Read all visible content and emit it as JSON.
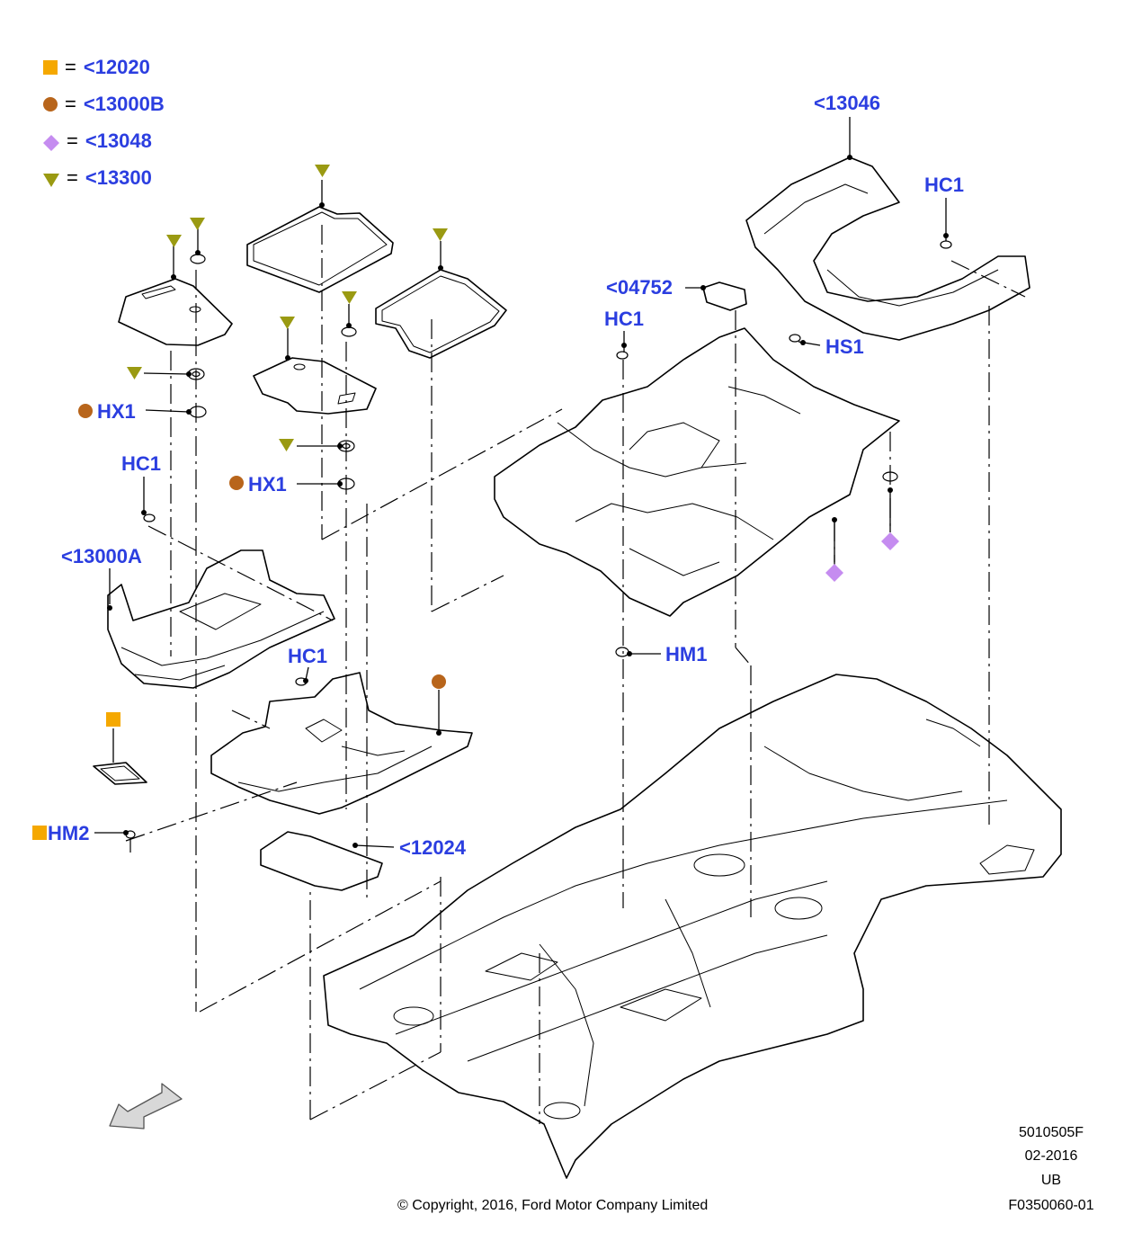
{
  "legend": [
    {
      "symbol": "square",
      "color": "#f5a800",
      "code": "<12020"
    },
    {
      "symbol": "circle",
      "color": "#b8651b",
      "code": "<13000B"
    },
    {
      "symbol": "diamond",
      "color": "#c58cf0",
      "code": "<13048"
    },
    {
      "symbol": "triangle",
      "color": "#9a9a12",
      "code": "<13300"
    }
  ],
  "legend_equals": "=",
  "callouts": {
    "p13046": "<13046",
    "hc1_rear": "HC1",
    "p04752": "<04752",
    "hc1_center": "HC1",
    "hs1": "HS1",
    "hx1_left": "HX1",
    "hc1_left": "HC1",
    "hx1_mid": "HX1",
    "p13000a": "<13000A",
    "hc1_front": "HC1",
    "hm1": "HM1",
    "hm2": "HM2",
    "p12024": "<12024"
  },
  "footer": {
    "copyright": "© Copyright, 2016, Ford Motor Company Limited",
    "code1": "5010505F",
    "date": "02-2016",
    "region": "UB",
    "figure": "F0350060-01"
  },
  "colors": {
    "callout_text": "#2b3ee0",
    "square": "#f5a800",
    "circle": "#b8651b",
    "diamond": "#c58cf0",
    "triangle": "#9a9a12",
    "line": "#000000"
  }
}
